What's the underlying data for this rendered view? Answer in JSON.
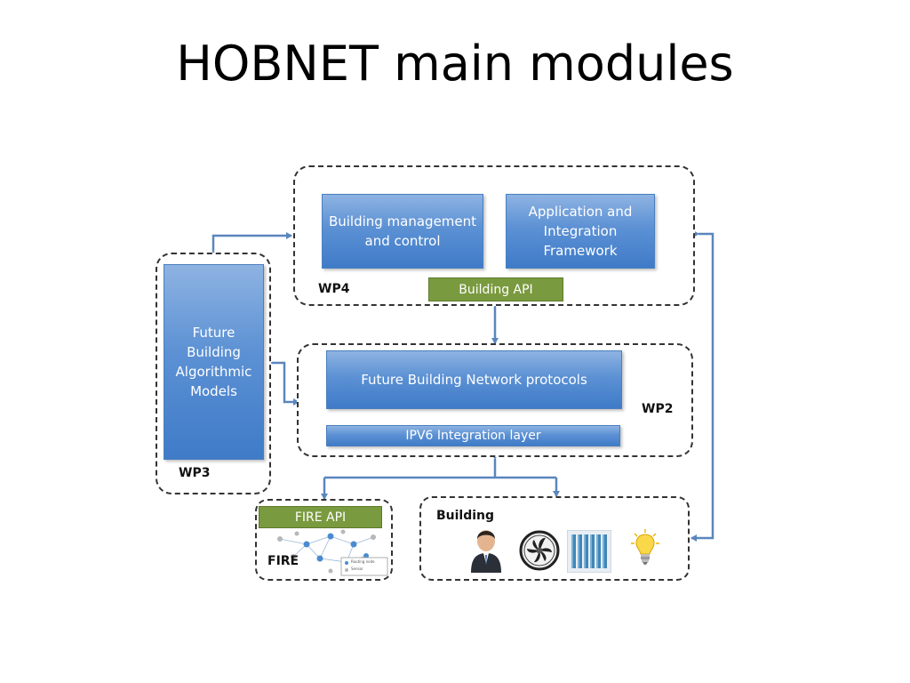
{
  "slide": {
    "title": "HOBNET main modules"
  },
  "wp4": {
    "label": "WP4",
    "box_left": "Building management and control",
    "box_right": "Application and Integration Framework",
    "api": "Building API"
  },
  "wp2": {
    "label": "WP2",
    "protocols": "Future Building Network protocols",
    "ipv6": "IPV6 Integration layer"
  },
  "wp3": {
    "label": "WP3",
    "models": "Future Building Algorithmic Models"
  },
  "fire": {
    "label": "FIRE",
    "api": "FIRE API",
    "legend": [
      "Routing node",
      "Sensor"
    ]
  },
  "building": {
    "label": "Building",
    "icons": [
      "person-icon",
      "fan-icon",
      "radiator-icon",
      "lightbulb-icon"
    ]
  },
  "colors": {
    "blue_box": "#5c91d4",
    "green_box": "#7a9a3f",
    "arrow": "#5a86bd"
  }
}
